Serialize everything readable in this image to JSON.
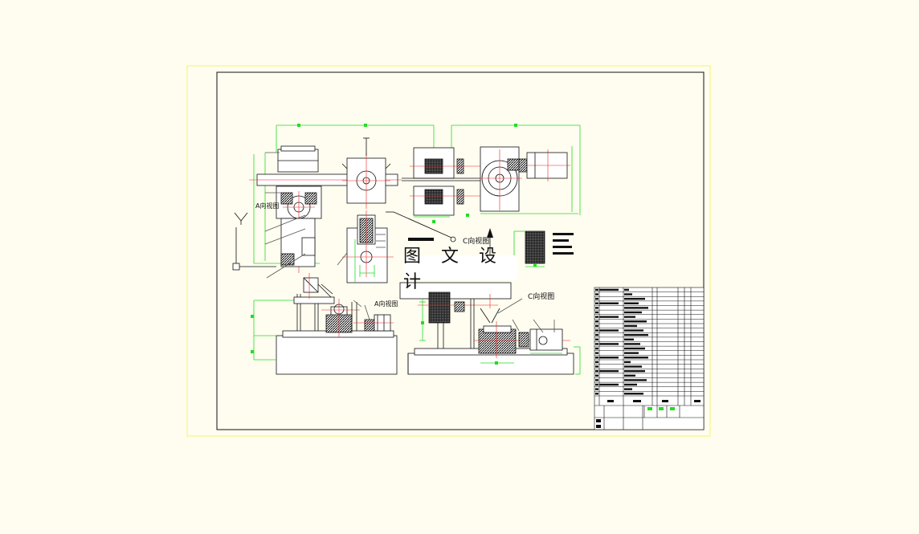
{
  "watermark": "图 文 设 计",
  "view_labels": {
    "a_view_top": "A向视图",
    "a_view_bottom": "A向视图",
    "c_view_mid": "C向视图",
    "c_view_bottom": "C向视图"
  },
  "colors": {
    "background": "#fffdf0",
    "sheet_border": "#f5f56a",
    "frame": "#111111",
    "dimension": "#22dd22",
    "centerline": "#ee2222",
    "leader": "#555555",
    "hatch": "#222222",
    "watermark_bg": "#ffffff"
  }
}
